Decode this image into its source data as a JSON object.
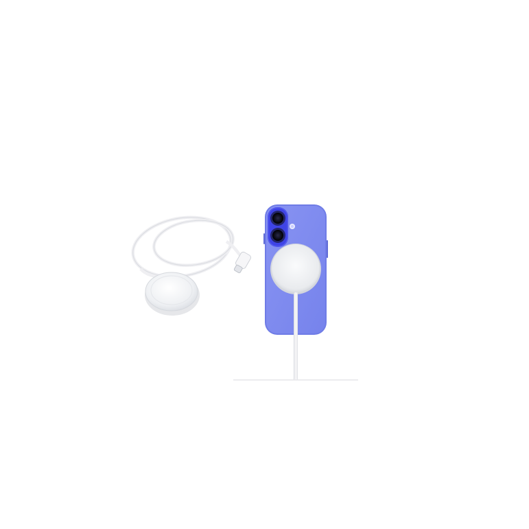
{
  "image": {
    "background": "#ffffff",
    "objects": [
      {
        "name": "magsafe-charger-with-cable",
        "icon": "wireless-charger-icon"
      },
      {
        "name": "phone-back",
        "icon": "smartphone-icon"
      },
      {
        "name": "charger-attached-to-phone",
        "icon": "wireless-charger-icon"
      }
    ],
    "colors": {
      "phone_body": "#7f8cf0",
      "phone_frame": "#6f7ce6",
      "camera_bump": "#3b3fe0",
      "lens": "#151528",
      "charger_white": "#f4f4f6",
      "cable_white": "#f2f2f4",
      "surface_line": "#e6e6ea"
    }
  }
}
